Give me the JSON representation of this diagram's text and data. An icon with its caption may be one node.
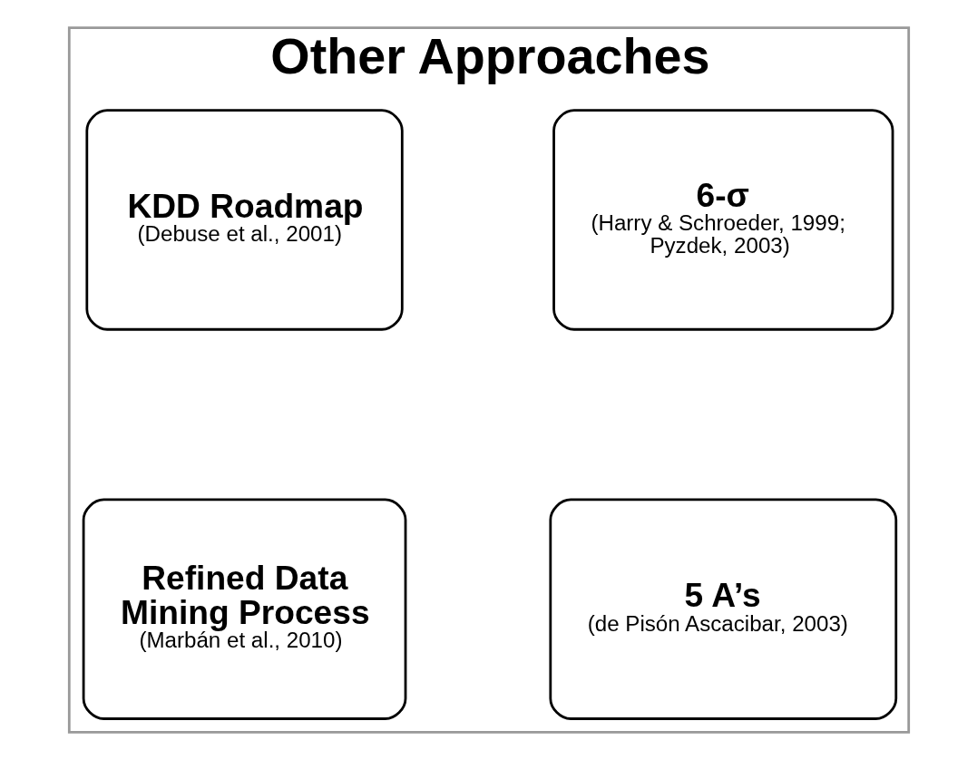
{
  "diagram": {
    "nodes": [
      {
        "text": [
          "Other Approaches"
        ]
      },
      {
        "text": [
          "6-σ",
          "(Harry & Schroeder, 1999; Pyzdek, 2003)"
        ],
        "in": 0
      },
      {
        "text": [
          "KDD Roadmap",
          "(Debuse et al., 2001)"
        ],
        "in": 0
      },
      {
        "text": [
          "5 A’s",
          "(de Pisón Ascacibar, 2003)"
        ],
        "in": 0
      },
      {
        "text": [
          "Refined Data Mining Process",
          "(Marbán et al., 2010)"
        ],
        "in": 0
      }
    ],
    "edges": []
  }
}
